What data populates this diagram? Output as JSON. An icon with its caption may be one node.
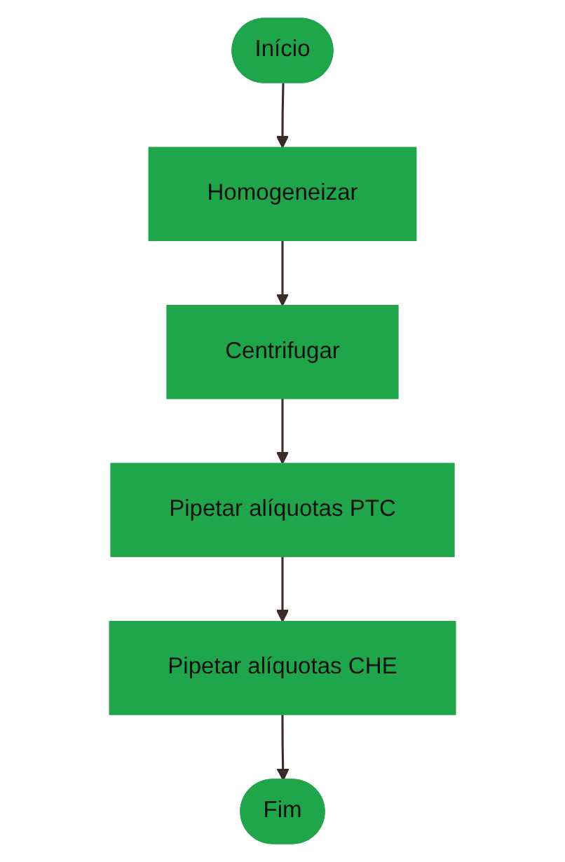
{
  "diagram": {
    "nodes": [
      {
        "text": [
          "Início"
        ]
      },
      {
        "text": [
          "Homogeneizar"
        ]
      },
      {
        "text": [
          "Centrifugar"
        ]
      },
      {
        "text": [
          "Pipetar alíquotas PTC"
        ]
      },
      {
        "text": [
          "Pipetar alíquotas CHE"
        ]
      },
      {
        "text": [
          "Fim"
        ]
      }
    ],
    "edges": [
      {
        "from": 0,
        "to": 1,
        "arrow": "to"
      },
      {
        "from": 1,
        "to": 2,
        "arrow": "to"
      },
      {
        "from": 2,
        "to": 3,
        "arrow": "to"
      },
      {
        "from": 3,
        "to": 4,
        "arrow": "to"
      },
      {
        "from": 4,
        "to": 5,
        "arrow": "to"
      }
    ]
  }
}
